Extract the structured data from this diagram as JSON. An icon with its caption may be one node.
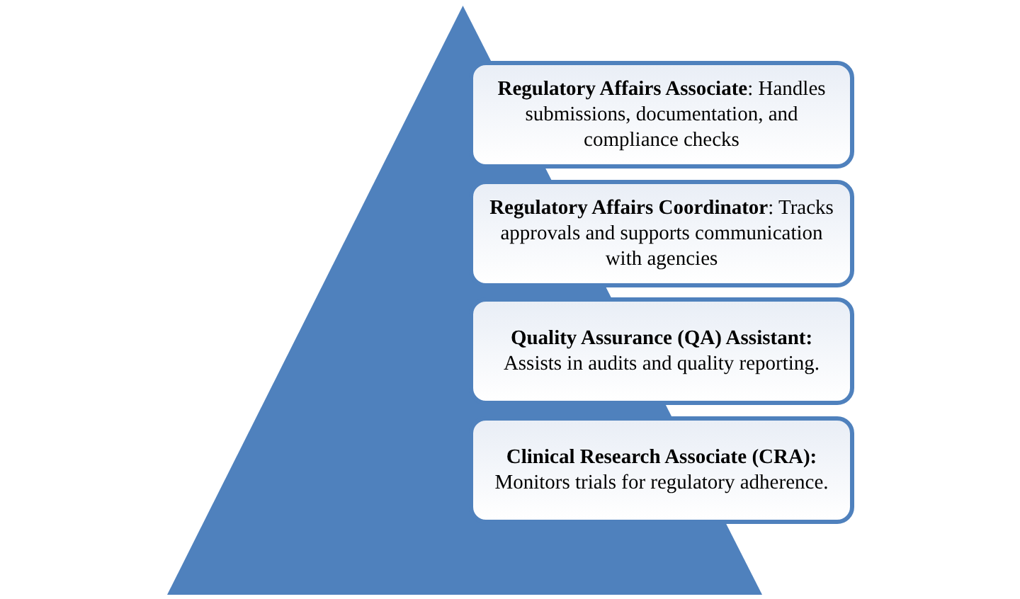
{
  "diagram": {
    "nodes": [
      {
        "text": [],
        "shape": "triangle"
      },
      {
        "text": [
          "**Regulatory Affairs Associate**: Handles submissions, documentation, and compliance checks"
        ]
      },
      {
        "text": [
          "**Regulatory Affairs Coordinator**: Tracks approvals and supports communication with agencies"
        ]
      },
      {
        "text": [
          "**Quality Assurance (QA) Assistant:** Assists in audits and quality reporting."
        ]
      },
      {
        "text": [
          "**Clinical Research Associate (CRA):** Monitors trials for regulatory adherence."
        ]
      }
    ]
  }
}
